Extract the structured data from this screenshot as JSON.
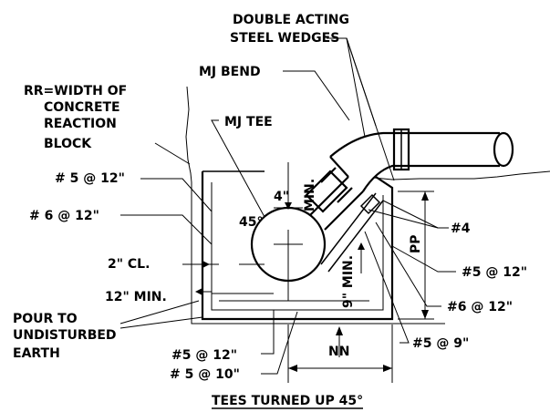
{
  "diagram": {
    "title": "TEES TURNED UP 45°",
    "labels": {
      "wedges_line1": "DOUBLE ACTING",
      "wedges_line2": "STEEL WEDGES",
      "mj_bend": "MJ BEND",
      "rr_line1": "RR=WIDTH OF",
      "rr_line2": "CONCRETE",
      "rr_line3": "REACTION",
      "rr_line4": "BLOCK",
      "mj_tee": "MJ TEE",
      "rebar_5_12_left": "# 5 @ 12\"",
      "rebar_6_12_left": "# 6 @ 12\"",
      "angle_45": "45°",
      "dim_4_min_a": "4\"",
      "dim_4_min_b": "MIN.",
      "cl_2": "2\" CL.",
      "min_12": "12\" MIN.",
      "dim_9_min": "9\" MIN.",
      "pour_line1": "POUR TO",
      "pour_line2": "UNDISTURBED",
      "pour_line3": "EARTH",
      "rebar_5_12_bottom": "#5 @ 12\"",
      "rebar_5_10_bottom": "# 5 @ 10\"",
      "nn": "NN",
      "pp": "PP",
      "rebar_4": "#4",
      "rebar_5_12_right": "#5 @ 12\"",
      "rebar_6_12_right": "#6 @ 12\"",
      "rebar_5_9_right": "#5 @ 9\""
    }
  }
}
